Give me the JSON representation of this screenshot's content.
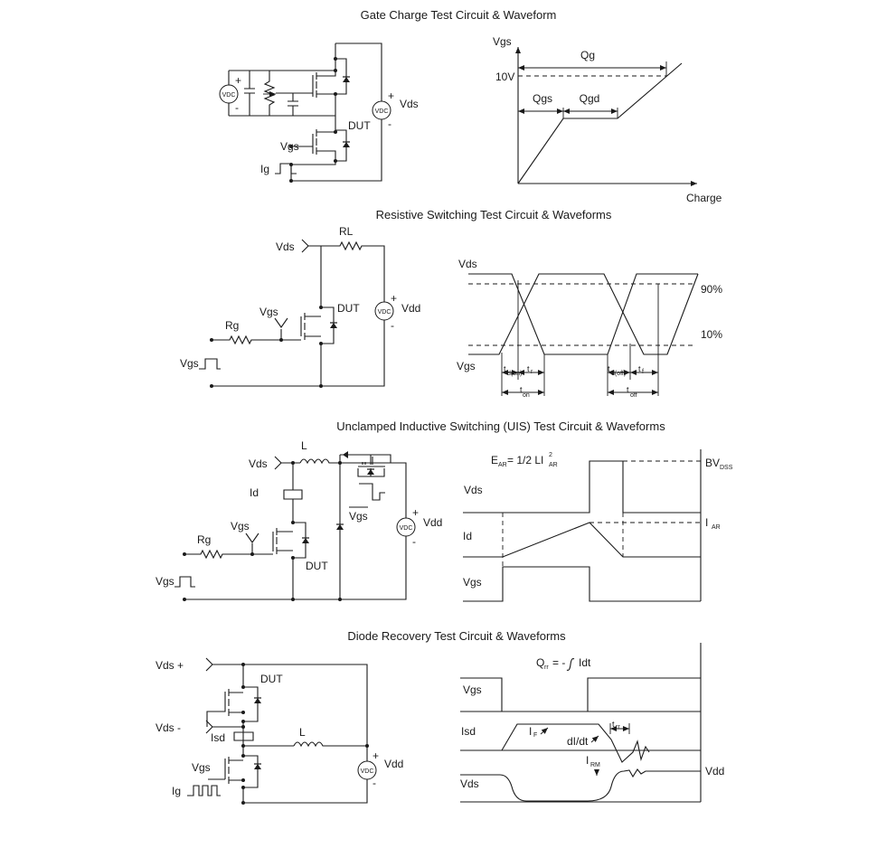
{
  "sections": [
    {
      "title": "Gate Charge Test Circuit & Waveform",
      "circuit_labels": {
        "plus": "+",
        "minus": "-",
        "vdc": "VDC",
        "vds": "Vds",
        "dut": "DUT",
        "vgs": "Vgs",
        "ig": "Ig"
      },
      "waveform_labels": {
        "vgs_axis": "Vgs",
        "charge_axis": "Charge",
        "level": "10V",
        "qg": "Qg",
        "qgs": "Qgs",
        "qgd": "Qgd"
      }
    },
    {
      "title": "Resistive Switching Test Circuit & Waveforms",
      "circuit_labels": {
        "vds": "Vds",
        "rl": "RL",
        "vgs": "Vgs",
        "dut": "DUT",
        "rg": "Rg",
        "vgs_pulse": "Vgs",
        "vdc": "VDC",
        "vdd": "Vdd",
        "plus": "+",
        "minus": "-"
      },
      "waveform_labels": {
        "vds": "Vds",
        "vgs": "Vgs",
        "p90": "90%",
        "p10": "10%",
        "td_on_t": "t",
        "td_on_sub": "d(on)",
        "tr1_t": "t",
        "tr1_sub": "r",
        "ton_t": "t",
        "ton_sub": "on",
        "td_off_t": "t",
        "td_off_sub": "d(off)",
        "tf_t": "t",
        "tf_sub": "f",
        "toff_t": "t",
        "toff_sub": "off"
      }
    },
    {
      "title": "Unclamped Inductive Switching (UIS) Test Circuit & Waveforms",
      "circuit_labels": {
        "vds": "Vds",
        "l": "L",
        "id": "Id",
        "vgs": "Vgs",
        "rg": "Rg",
        "dut": "DUT",
        "vgs_bar": "Vgs",
        "vgs_pulse": "Vgs",
        "vdc": "VDC",
        "vdd": "Vdd",
        "plus": "+",
        "minus": "-"
      },
      "waveform_labels": {
        "ear_main": "E",
        "ear_sub": "AR",
        "ear_eq": "= 1/2 LI",
        "ear_sup": "2",
        "ear_isub": "AR",
        "vds": "Vds",
        "id": "Id",
        "vgs": "Vgs",
        "bvdss_main": "BV",
        "bvdss_sub": "DSS",
        "iar_main": "I",
        "iar_sub": "AR"
      }
    },
    {
      "title": "Diode Recovery Test Circuit & Waveforms",
      "circuit_labels": {
        "vds_plus": "Vds +",
        "dut": "DUT",
        "vds_minus": "Vds -",
        "isd": "Isd",
        "l": "L",
        "vgs": "Vgs",
        "ig": "Ig",
        "vdc": "VDC",
        "vdd": "Vdd",
        "plus": "+",
        "minus": "-"
      },
      "waveform_labels": {
        "qrr_main": "Q",
        "qrr_sub": "rr",
        "qrr_eq": "= -",
        "qrr_idt": "Idt",
        "vgs": "Vgs",
        "isd": "Isd",
        "if_main": "I",
        "if_sub": "F",
        "didt": "dI/dt",
        "trr_main": "t",
        "trr_sub": "rr",
        "irm_main": "I",
        "irm_sub": "RM",
        "vds": "Vds",
        "vdd": "Vdd"
      }
    }
  ]
}
